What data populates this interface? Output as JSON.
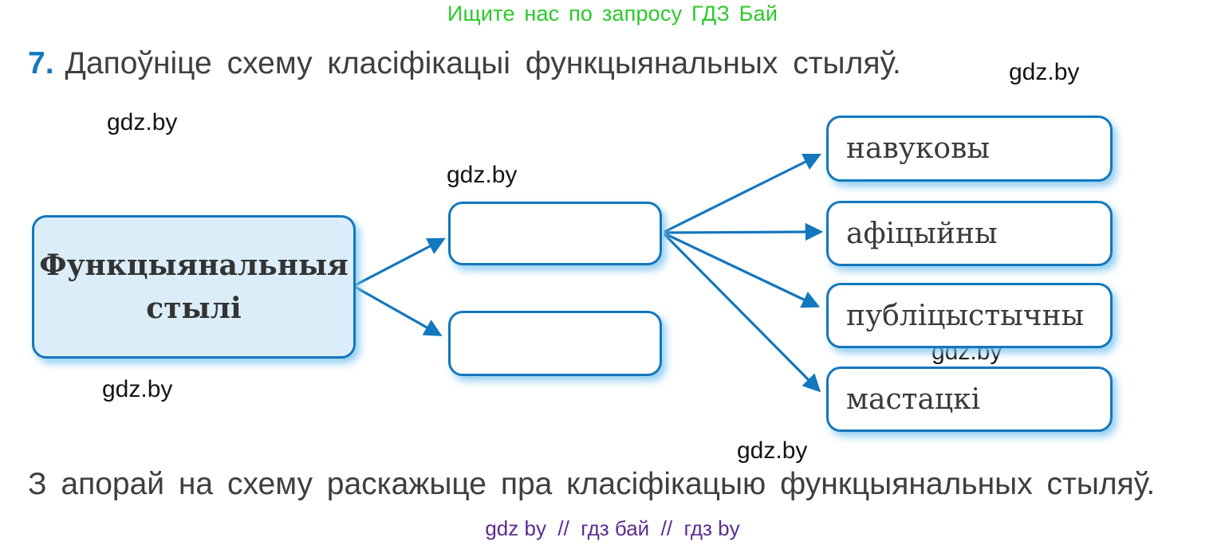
{
  "promo": {
    "text": "Ищите нас по запросу ГДЗ Бай"
  },
  "task": {
    "number": "7.",
    "title": "Дапоўніце схему класіфікацыі функцыянальных стыляў."
  },
  "watermark": {
    "text": "gdz.by"
  },
  "diagram": {
    "root": {
      "line1": "Функцыянальныя",
      "line2": "стылі"
    },
    "middle": [
      {
        "label": ""
      },
      {
        "label": ""
      }
    ],
    "leaves": [
      {
        "label": "навуковы"
      },
      {
        "label": "афіцыйны"
      },
      {
        "label": "публіцыстычны"
      },
      {
        "label": "мастацкі"
      }
    ]
  },
  "footer": {
    "instruction": "З апорай на схему раскажыце пра класіфікацыю функцыянальных стыляў.",
    "links": "gdz by  //  гдз бай  //  гдз by"
  },
  "colors": {
    "accent_blue": "#1377bd",
    "root_fill": "#daedf8",
    "promo_green": "#2bc92b",
    "links_purple": "#5b2b8f",
    "text_dark": "#3f3f3f"
  }
}
